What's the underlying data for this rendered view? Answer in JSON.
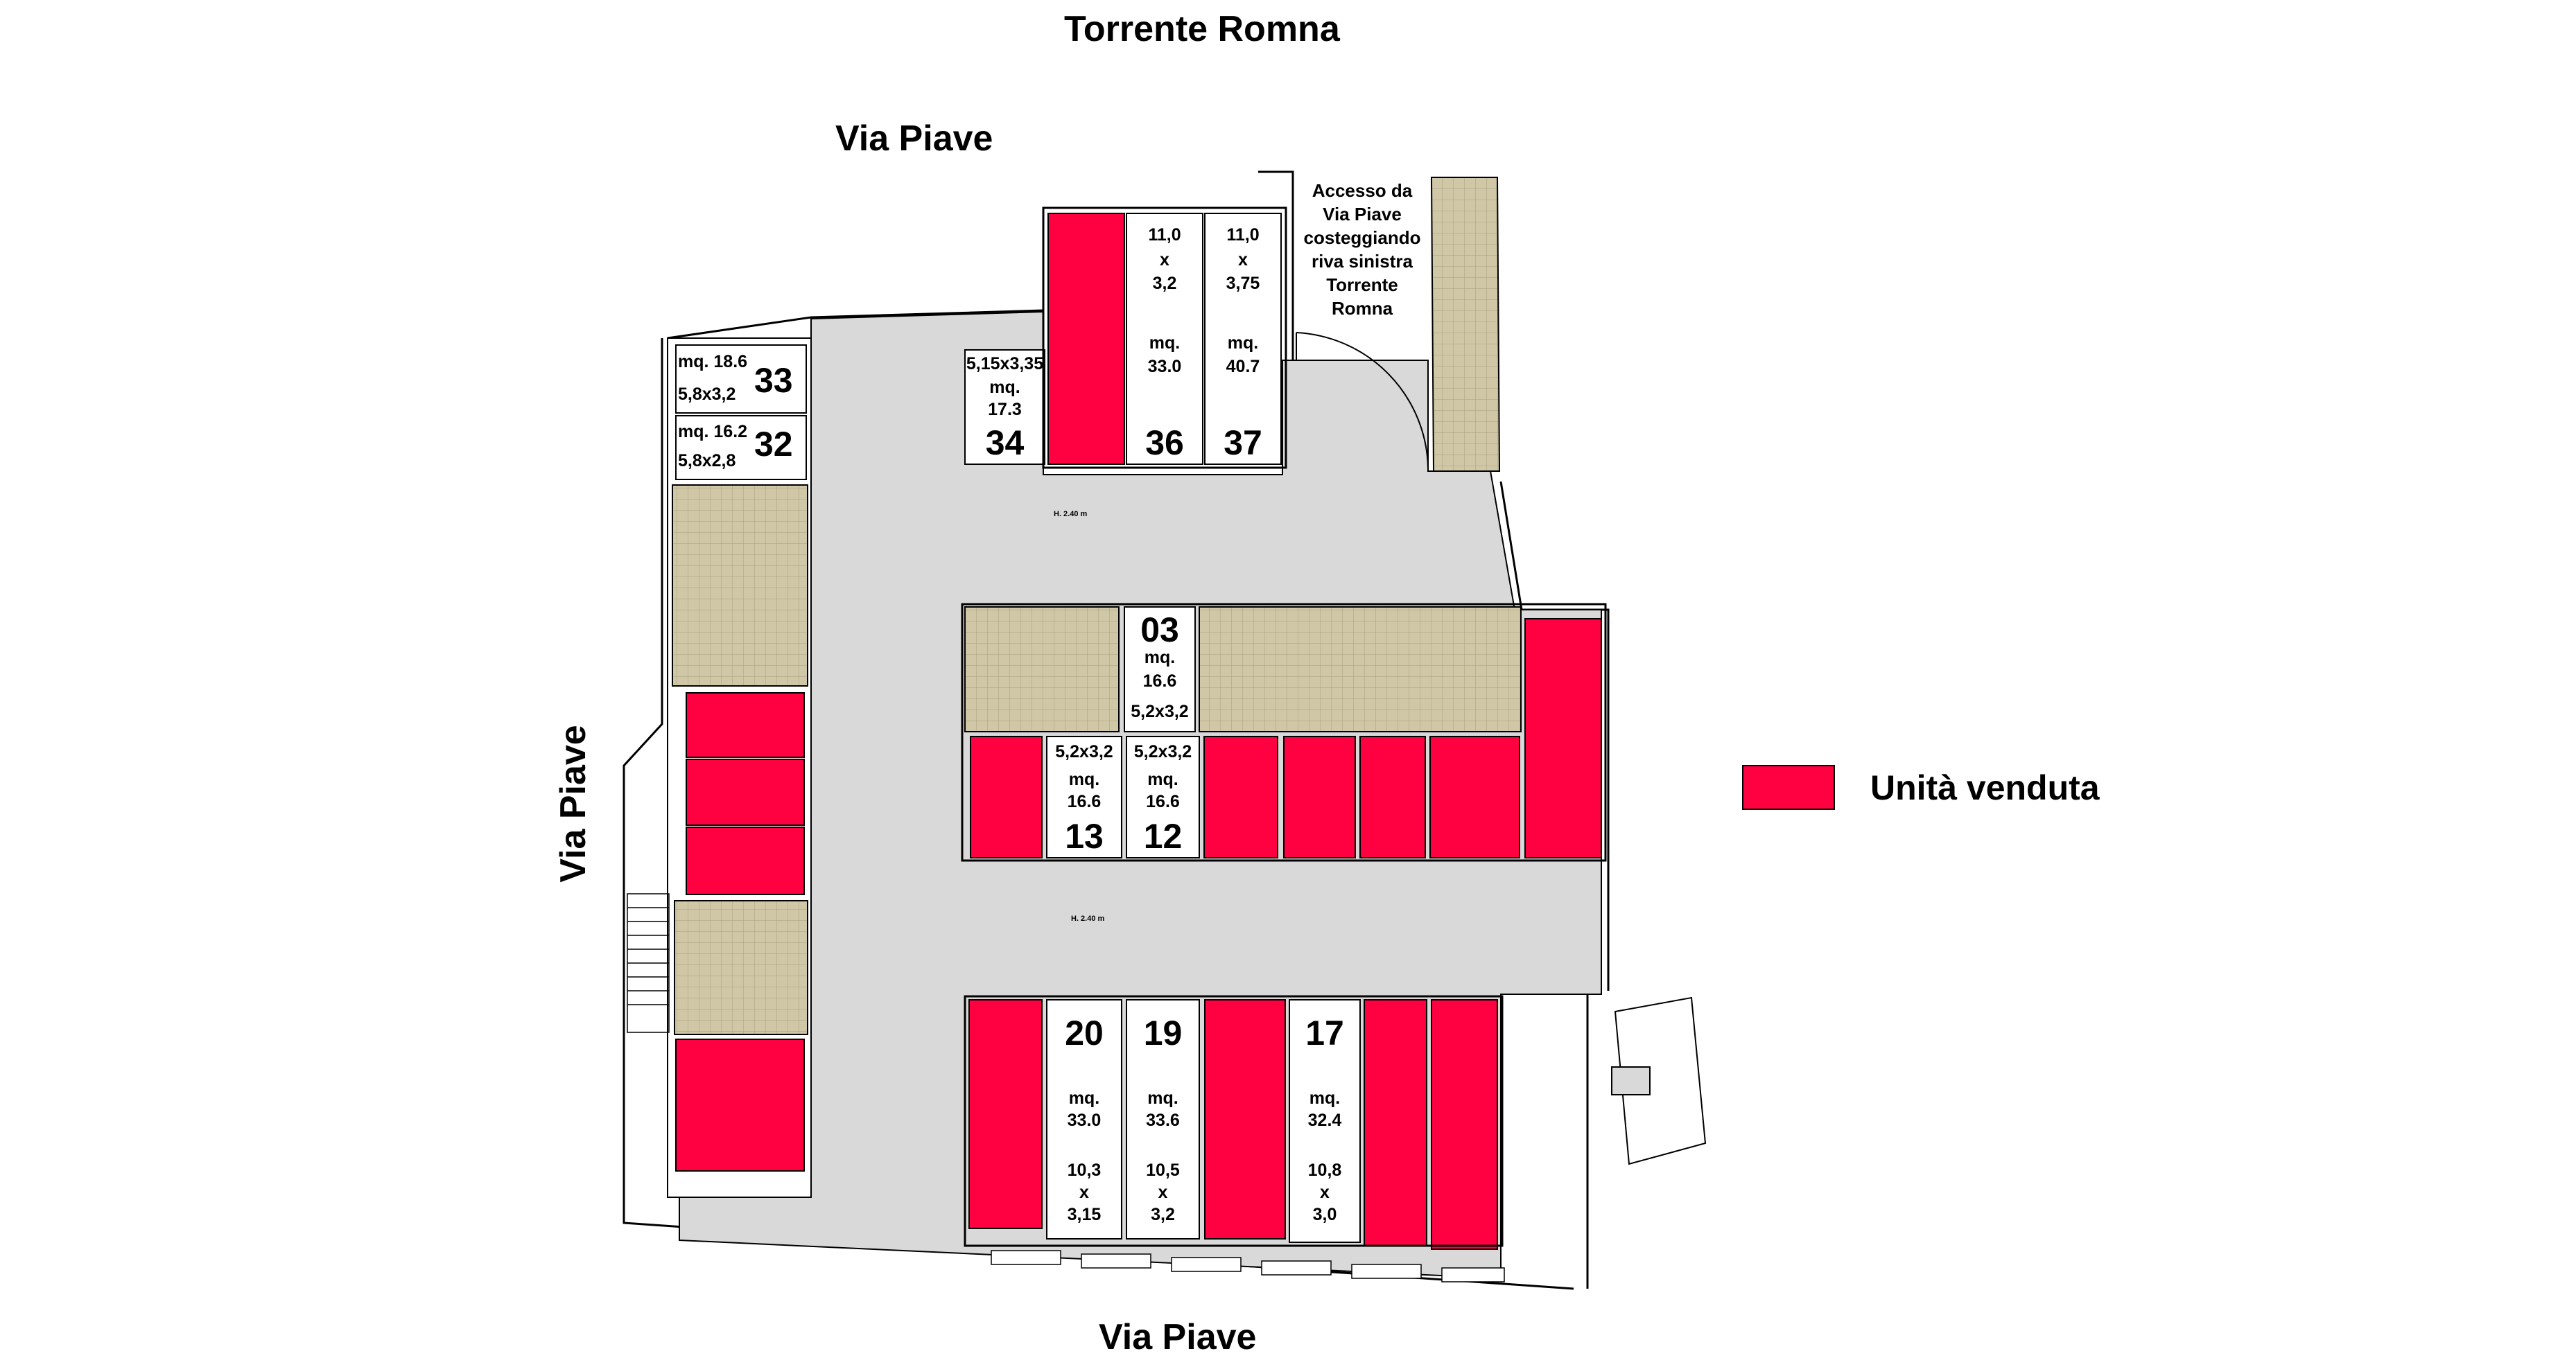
{
  "streets": {
    "top": "Torrente Romna",
    "north": "Via Piave",
    "west": "Via Piave",
    "south": "Via Piave"
  },
  "access_note": [
    "Accesso da",
    "Via Piave",
    "costeggiando",
    "riva sinistra",
    "Torrente",
    "Romna"
  ],
  "heights": [
    "H. 2.40 m",
    "H. 2.40 m"
  ],
  "colors": {
    "sold": "#ff0040",
    "floor": "#d9d9d9",
    "green": "#cfc7a6",
    "wall": "#000000"
  },
  "legend": {
    "label": "Unità venduta"
  },
  "units": {
    "u33": {
      "num": "33",
      "area": "mq. 18.6",
      "dims": "5,8x3,2"
    },
    "u32": {
      "num": "32",
      "area": "mq. 16.2",
      "dims": "5,8x2,8"
    },
    "u34": {
      "num": "34",
      "dims": "5,15x3,35",
      "area_l1": "mq.",
      "area_l2": "17.3"
    },
    "u36": {
      "num": "36",
      "d1": "11,0",
      "d2": "x",
      "d3": "3,2",
      "a1": "mq.",
      "a2": "33.0"
    },
    "u37": {
      "num": "37",
      "d1": "11,0",
      "d2": "x",
      "d3": "3,75",
      "a1": "mq.",
      "a2": "40.7"
    },
    "u03": {
      "num": "03",
      "a1": "mq.",
      "a2": "16.6",
      "dims": "5,2x3,2"
    },
    "u13": {
      "num": "13",
      "dims": "5,2x3,2",
      "a1": "mq.",
      "a2": "16.6"
    },
    "u12": {
      "num": "12",
      "dims": "5,2x3,2",
      "a1": "mq.",
      "a2": "16.6"
    },
    "u20": {
      "num": "20",
      "a1": "mq.",
      "a2": "33.0",
      "d1": "10,3",
      "d2": "x",
      "d3": "3,15"
    },
    "u19": {
      "num": "19",
      "a1": "mq.",
      "a2": "33.6",
      "d1": "10,5",
      "d2": "x",
      "d3": "3,2"
    },
    "u17": {
      "num": "17",
      "a1": "mq.",
      "a2": "32.4",
      "d1": "10,8",
      "d2": "x",
      "d3": "3,0"
    }
  }
}
